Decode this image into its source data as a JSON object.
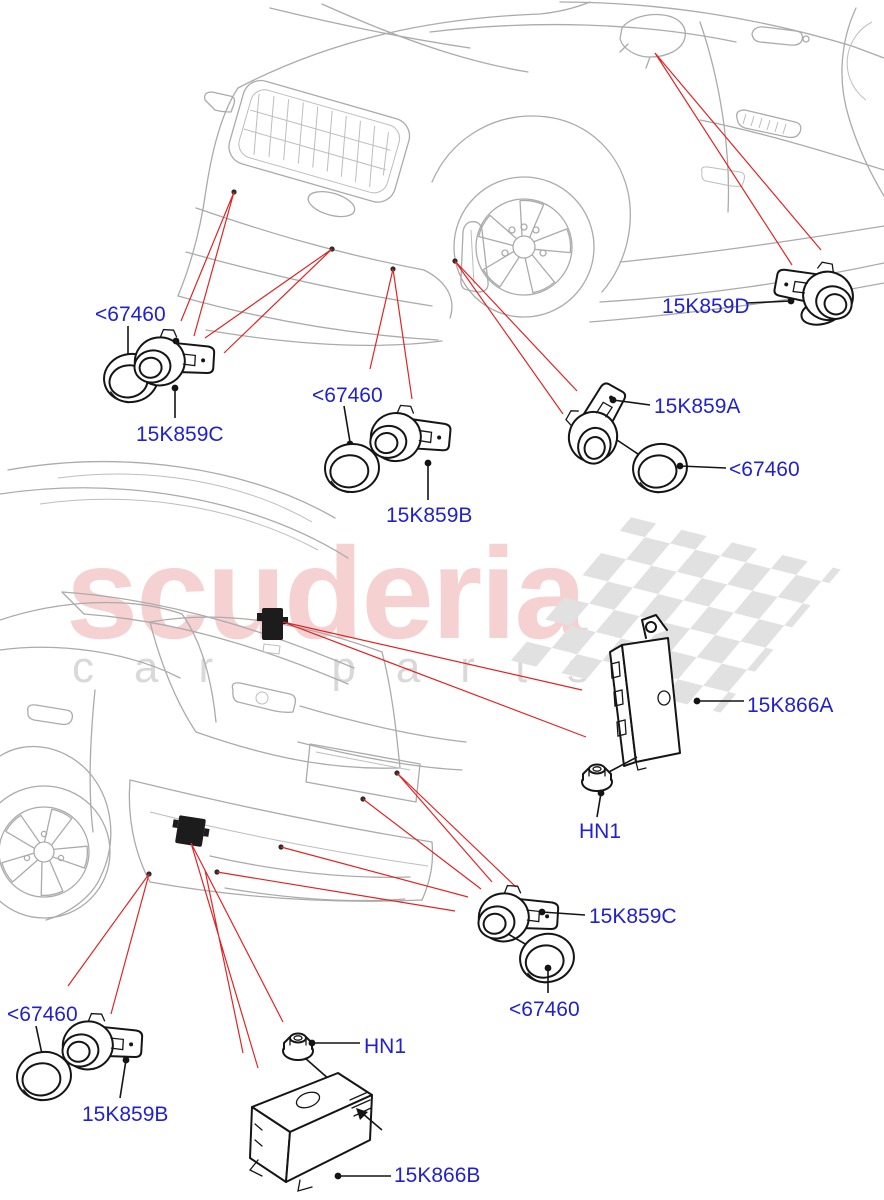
{
  "page": {
    "title": "Parking distance control sensors parts diagram",
    "background": "#ffffff"
  },
  "watermark": {
    "brand": "scuderia",
    "subtitle": "car parts"
  },
  "colors": {
    "label_link_blue": "#2222cc",
    "leader_line_red": "#e02525",
    "leader_line_black": "#141414",
    "car_line_art_gray": "#ababab",
    "watermark_pink": "#eba3a6",
    "watermark_gray": "#d9d9d9",
    "checker_flag_gray": "#e1e1e1"
  },
  "labels": {
    "front_left_grommet": {
      "text": "<67460"
    },
    "front_left_sensor": {
      "text": "15K859C"
    },
    "front_mid_grommet": {
      "text": "<67460"
    },
    "front_mid_sensor": {
      "text": "15K859B"
    },
    "front_right_sensor": {
      "text": "15K859A"
    },
    "front_right_grommet": {
      "text": "<67460"
    },
    "mirror_sensor": {
      "text": "15K859D"
    },
    "rear_module": {
      "text": "15K866A"
    },
    "rear_nut_upper": {
      "text": "HN1"
    },
    "rear_sensor_c": {
      "text": "15K859C"
    },
    "rear_grommet_right": {
      "text": "<67460"
    },
    "rear_grommet_left": {
      "text": "<67460"
    },
    "rear_sensor_b": {
      "text": "15K859B"
    },
    "rear_nut_lower": {
      "text": "HN1"
    },
    "rear_module_b": {
      "text": "15K866B"
    }
  }
}
